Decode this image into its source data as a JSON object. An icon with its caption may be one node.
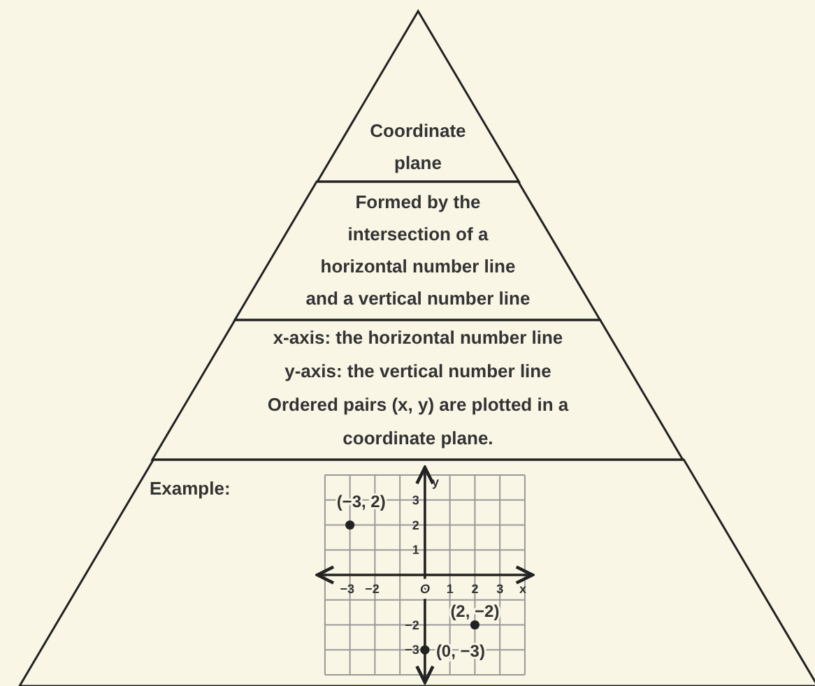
{
  "diagram": {
    "nodes": [
      {
        "text": [
          "Coordinate plane"
        ]
      },
      {
        "text": [
          "Formed by the intersection of a horizontal number line and a vertical number line"
        ]
      },
      {
        "text": [
          "x-axis: the horizontal number line",
          "y-axis: the vertical number line",
          "Ordered pairs (x, y) are plotted in a coordinate plane."
        ]
      },
      {
        "text": [
          "Example:"
        ]
      }
    ],
    "chart_data": {
      "type": "scatter",
      "xlabel": "x",
      "ylabel": "y",
      "x": [
        -3,
        2,
        0
      ],
      "values": [
        2,
        -2,
        -3
      ],
      "xlim": [
        -4,
        4
      ],
      "ylim": [
        -4,
        4
      ],
      "grid": true,
      "xticks": [
        -3,
        -2,
        {
          "value": 0,
          "label": "O"
        },
        1,
        2,
        3
      ],
      "yticks": [
        -3,
        -2,
        1,
        2,
        3
      ],
      "annotations": [
        {
          "text": "(−3, 2)",
          "x": -3,
          "y": 2
        },
        {
          "text": "(2, −2)",
          "x": 2,
          "y": -2
        },
        {
          "text": "(0, −3)",
          "x": 0,
          "y": -3
        }
      ]
    }
  }
}
